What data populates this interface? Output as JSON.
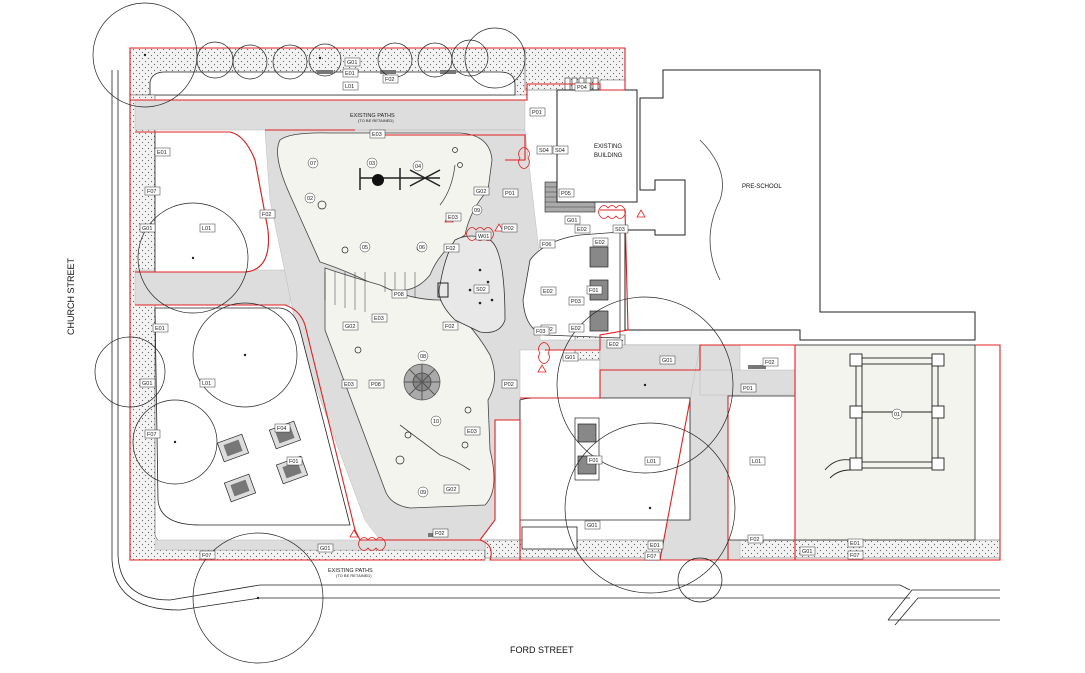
{
  "streets": {
    "west": "CHURCH STREET",
    "south": "FORD STREET"
  },
  "buildings": {
    "existing": [
      "EXISTING",
      "BUILDING"
    ],
    "preschool": "PRE-SCHOOL"
  },
  "paths": {
    "north_title": "EXISTING PATHS",
    "north_note": "(TO BE RETAINED)",
    "south_title": "EXISTING PATHS",
    "south_note": "(TO BE RETAINED)"
  },
  "tags": {
    "g01_top": "G01",
    "e01_top": "E01",
    "l01_top": "L01",
    "f02_top": "F02",
    "e03_top": "E03",
    "p01_top": "P01",
    "p04_top": "P04",
    "s04a": "S04",
    "s04b": "S04",
    "p05": "P05",
    "p01_mid": "P01",
    "g02_a": "G02",
    "e03_a": "E03",
    "p02_a": "P02",
    "w01": "W01",
    "f02_a": "F02",
    "g01_b": "G01",
    "e02_a": "E02",
    "s03": "S03",
    "f06": "F06",
    "e02_b": "E02",
    "e01_w": "E01",
    "f07_w": "F07",
    "g01_w": "G01",
    "l01_w": "L01",
    "f02_w": "F02",
    "s02": "S02",
    "p08_a": "P08",
    "e03_b": "E03",
    "f02_b": "F02",
    "g02_b": "G02",
    "e02_c": "E02",
    "f01_a": "F01",
    "p03": "P03",
    "e02_d": "E02",
    "f03": "F03",
    "e02_e": "E02",
    "e02_f": "E02",
    "g01_c": "G01",
    "e01_w2": "E01",
    "g01_w2": "G01",
    "l01_w2": "L01",
    "f07_w2": "F07",
    "e03_c": "E03",
    "p08_b": "P08",
    "p02_b": "P02",
    "e03_d": "E03",
    "g02_c": "G02",
    "f04": "F04",
    "f01_b": "F01",
    "g01_d": "G01",
    "p01_e": "P01",
    "f02_e": "F02",
    "f01_c": "F01",
    "l01_c": "L01",
    "l01_d": "L01",
    "g01_e": "G01",
    "e01_e": "E01",
    "f07_e": "F07",
    "f02_f": "F02",
    "g01_f": "G01",
    "e01_f": "E01",
    "f07_f": "F07",
    "f07_s": "F07",
    "g01_s": "G01",
    "f02_s": "F02"
  },
  "equipment_numbers": {
    "n01": "01",
    "n02": "02",
    "n03": "03",
    "n04": "04",
    "n05": "05",
    "n06": "06",
    "n07": "07",
    "n08": "08",
    "n09a": "09",
    "n09b": "09",
    "n10": "10"
  }
}
